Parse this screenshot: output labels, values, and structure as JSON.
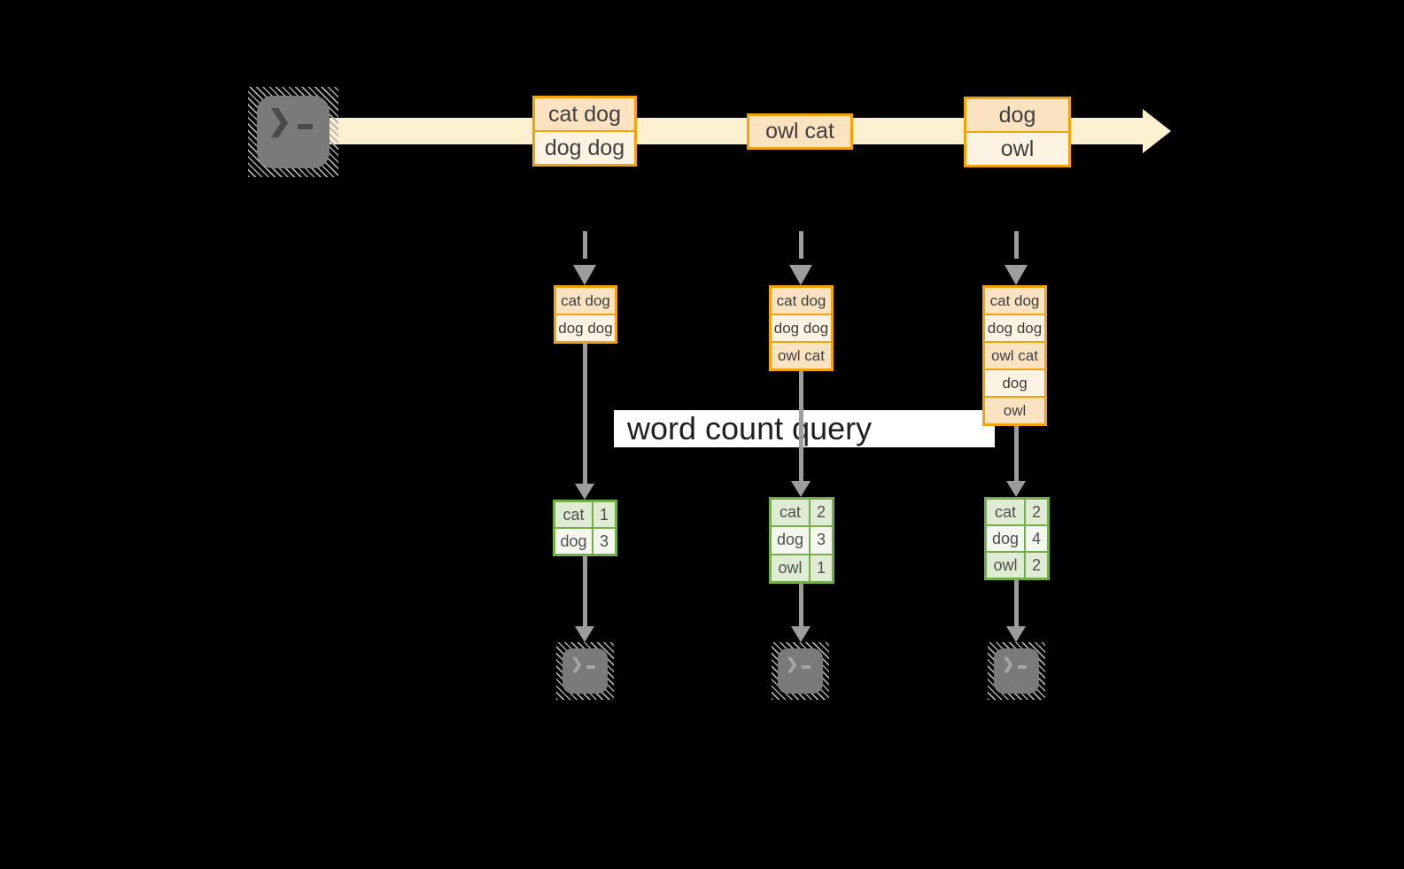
{
  "diagram": {
    "query_label": "word count query",
    "terminal_chevron": "❯",
    "colors": {
      "background": "#000000",
      "stream_band": "#fbf1d0",
      "event_border": "#f0a30a",
      "event_fill_peach": "#fbe2c1",
      "event_fill_cream": "#fdf3e2",
      "table_border": "#74ae4b",
      "table_fill_green": "#dfecd3",
      "table_fill_light": "#f3f7ee",
      "arrow_gray": "#9d9d9d",
      "terminal_gray": "#7a7a7a",
      "label_bg": "#ffffff"
    }
  },
  "stream_events": [
    {
      "rows": [
        "cat dog",
        "dog dog"
      ]
    },
    {
      "rows": [
        "owl cat"
      ]
    },
    {
      "rows": [
        "dog",
        "owl"
      ]
    }
  ],
  "columns": [
    {
      "buffer": [
        "cat dog",
        "dog dog"
      ],
      "counts": [
        {
          "word": "cat",
          "count": "1"
        },
        {
          "word": "dog",
          "count": "3"
        }
      ]
    },
    {
      "buffer": [
        "cat dog",
        "dog dog",
        "owl cat"
      ],
      "counts": [
        {
          "word": "cat",
          "count": "2"
        },
        {
          "word": "dog",
          "count": "3"
        },
        {
          "word": "owl",
          "count": "1"
        }
      ]
    },
    {
      "buffer": [
        "cat dog",
        "dog dog",
        "owl cat",
        "dog",
        "owl"
      ],
      "counts": [
        {
          "word": "cat",
          "count": "2"
        },
        {
          "word": "dog",
          "count": "4"
        },
        {
          "word": "owl",
          "count": "2"
        }
      ]
    }
  ]
}
